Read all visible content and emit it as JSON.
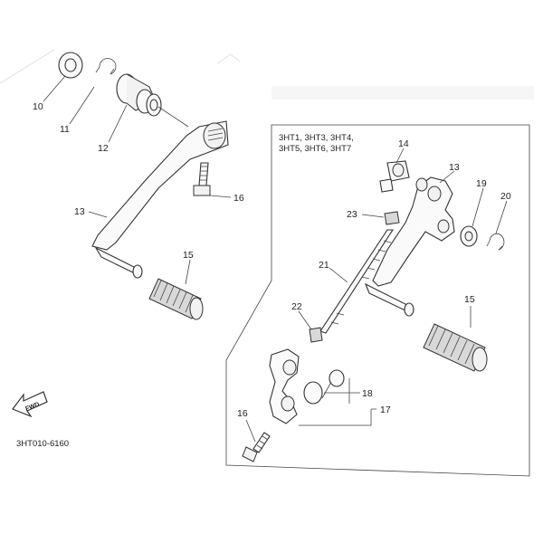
{
  "labels": {
    "p10": "10",
    "p11": "11",
    "p12": "12",
    "p13a": "13",
    "p16a": "16",
    "p15a": "15",
    "p14": "14",
    "p13b": "13",
    "p19": "19",
    "p20": "20",
    "p23": "23",
    "p21": "21",
    "p15b": "15",
    "p22": "22",
    "p18": "18",
    "p17": "17",
    "p16b": "16"
  },
  "variant_box": {
    "line1": "3HT1, 3HT3, 3HT4,",
    "line2": "3HT5, 3HT6, 3HT7"
  },
  "fwd_label": "FWD",
  "diagram_code": "3HT010-6160"
}
